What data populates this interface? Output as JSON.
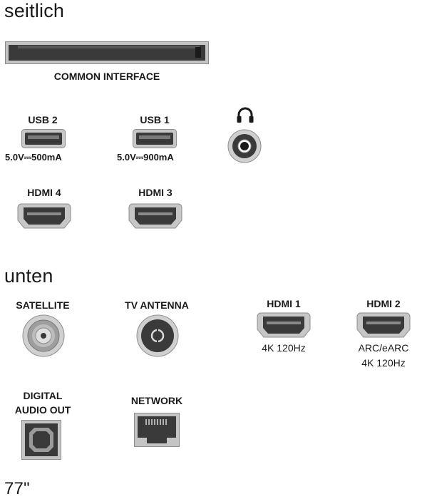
{
  "sections": {
    "side_title": "seitlich",
    "bottom_title": "unten"
  },
  "side": {
    "common_interface": "COMMON INTERFACE",
    "usb2": {
      "label": "USB 2",
      "spec": "5.0V⎓500mA"
    },
    "usb1": {
      "label": "USB 1",
      "spec": "5.0V⎓900mA"
    },
    "headphone": {
      "icon": "headphone-icon"
    },
    "hdmi4": {
      "label": "HDMI 4"
    },
    "hdmi3": {
      "label": "HDMI 3"
    }
  },
  "bottom": {
    "satellite": {
      "label": "SATELLITE"
    },
    "tv_antenna": {
      "label": "TV ANTENNA"
    },
    "hdmi1": {
      "label": "HDMI 1",
      "sub1": "4K 120Hz"
    },
    "hdmi2": {
      "label": "HDMI 2",
      "sub1": "ARC/eARC",
      "sub2": "4K 120Hz"
    },
    "digital_audio": {
      "label_line1": "DIGITAL",
      "label_line2": "AUDIO OUT"
    },
    "network": {
      "label": "NETWORK"
    }
  },
  "footer": {
    "size": "77\""
  },
  "colors": {
    "port_dark": "#3a3a3a",
    "port_frame": "#b9b9b9",
    "text": "#1a1a1a"
  }
}
